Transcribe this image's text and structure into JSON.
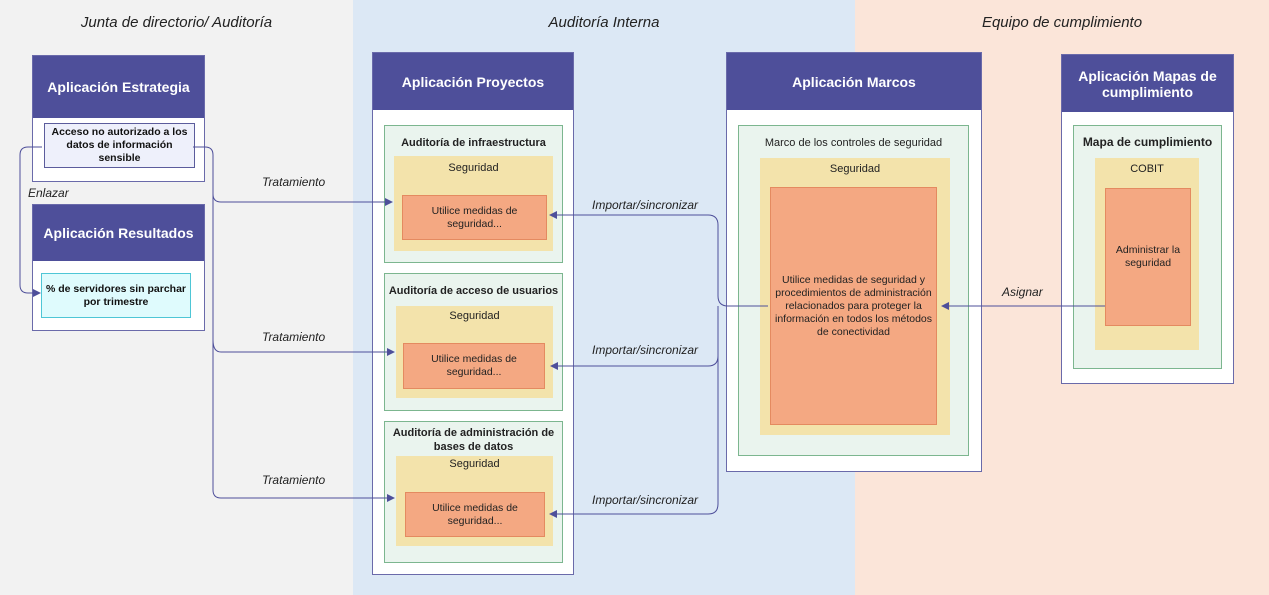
{
  "lanes": {
    "board": "Junta de directorio/ Auditoría",
    "internal": "Auditoría Interna",
    "compliance": "Equipo de cumplimiento"
  },
  "apps": {
    "strategy": {
      "title": "Aplicación Estrategia",
      "item": "Acceso no autorizado a los datos de información sensible"
    },
    "results": {
      "title": "Aplicación Resultados",
      "item": "% de servidores sin parchar por trimestre"
    },
    "projects": {
      "title": "Aplicación Proyectos",
      "audits": [
        {
          "title": "Auditoría de infraestructura",
          "category": "Seguridad",
          "control": "Utilice medidas de seguridad..."
        },
        {
          "title": "Auditoría de acceso de usuarios",
          "category": "Seguridad",
          "control": "Utilice medidas de seguridad..."
        },
        {
          "title": "Auditoría de administración de bases de datos",
          "category": "Seguridad",
          "control": "Utilice medidas de seguridad..."
        }
      ]
    },
    "frameworks": {
      "title": "Aplicación Marcos",
      "box_title": "Marco de los controles de seguridad",
      "category": "Seguridad",
      "control": "Utilice medidas de seguridad y procedimientos de administración relacionados para proteger la información en todos los métodos de conectividad"
    },
    "compliance_maps": {
      "title": "Aplicación Mapas de cumplimiento",
      "box_title": "Mapa de cumplimiento",
      "category": "COBIT",
      "control": "Administrar la seguridad"
    }
  },
  "labels": {
    "link": "Enlazar",
    "treatment": "Tratamiento",
    "import_sync": "Importar/sincronizar",
    "assign": "Asignar"
  },
  "colors": {
    "lane_board": "#f2f2f2",
    "lane_internal": "#dce8f5",
    "lane_compliance": "#fbe5d9",
    "app_header": "#4e4f9a",
    "connector": "#4e4f9a"
  }
}
